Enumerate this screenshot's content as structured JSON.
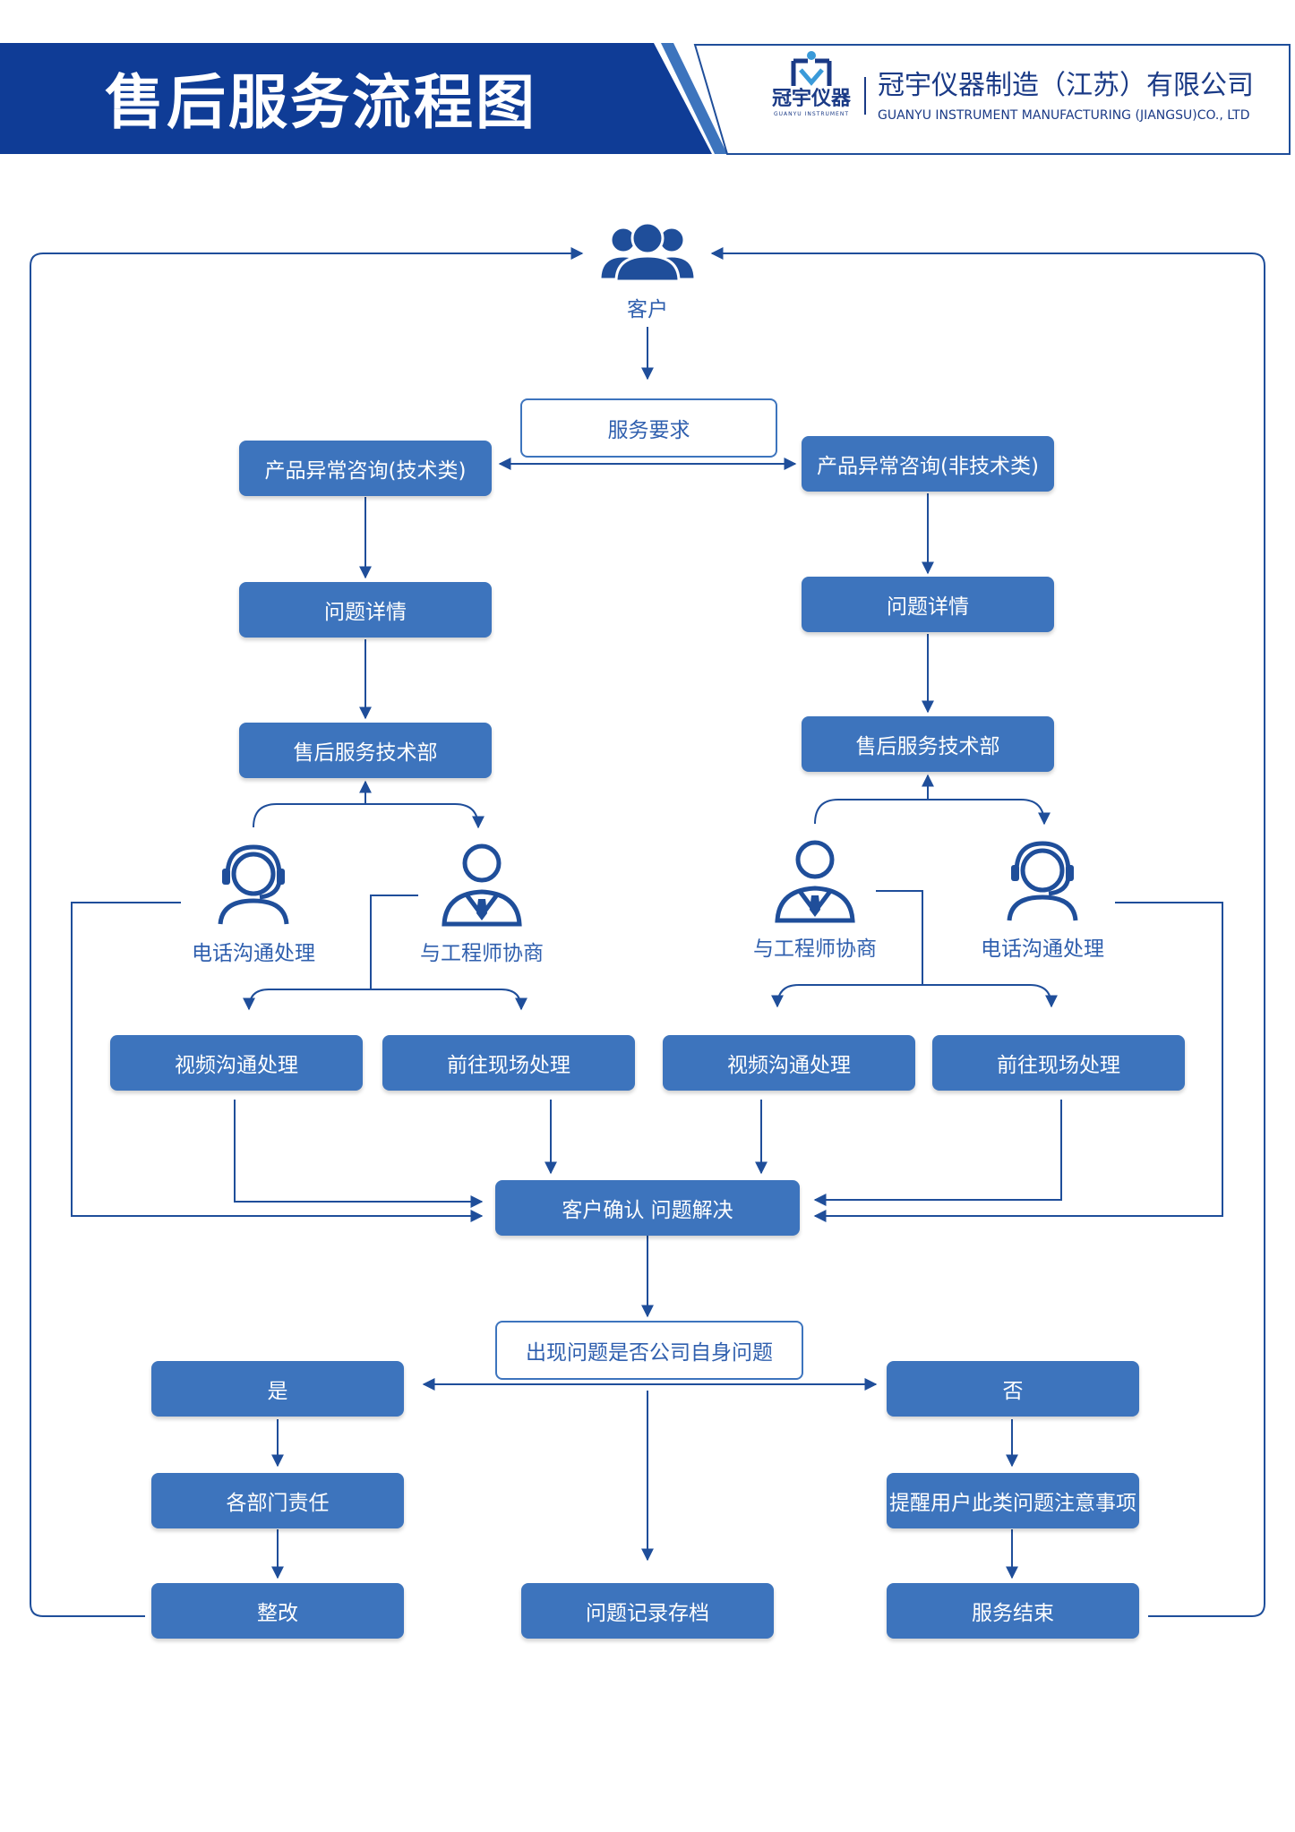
{
  "header": {
    "title": "售后服务流程图",
    "company_cn": "冠宇仪器制造（江苏）有限公司",
    "company_en": "GUANYU INSTRUMENT MANUFACTURING (JIANGSU)CO., LTD",
    "logo_text": "冠宇仪器",
    "logo_sub": "GUANYU INSTRUMENT"
  },
  "colors": {
    "brand_dark": "#0f3c96",
    "brand_mid": "#3d74bd",
    "accent": "#3a9ad9",
    "line": "#1f4e9a"
  },
  "flow": {
    "customer": "客户",
    "service_request": "服务要求",
    "tech_inquiry": "产品异常咨询(技术类)",
    "nontech_inquiry": "产品异常咨询(非技术类)",
    "problem_details": "问题详情",
    "tech_dept": "售后服务技术部",
    "phone": "电话沟通处理",
    "engineer": "与工程师协商",
    "video": "视频沟通处理",
    "onsite": "前往现场处理",
    "confirm": "客户确认 问题解决",
    "question": "出现问题是否公司自身问题",
    "yes": "是",
    "no": "否",
    "dept_resp": "各部门责任",
    "rectify": "整改",
    "archive": "问题记录存档",
    "remind": "提醒用户此类问题注意事项",
    "end": "服务结束"
  }
}
